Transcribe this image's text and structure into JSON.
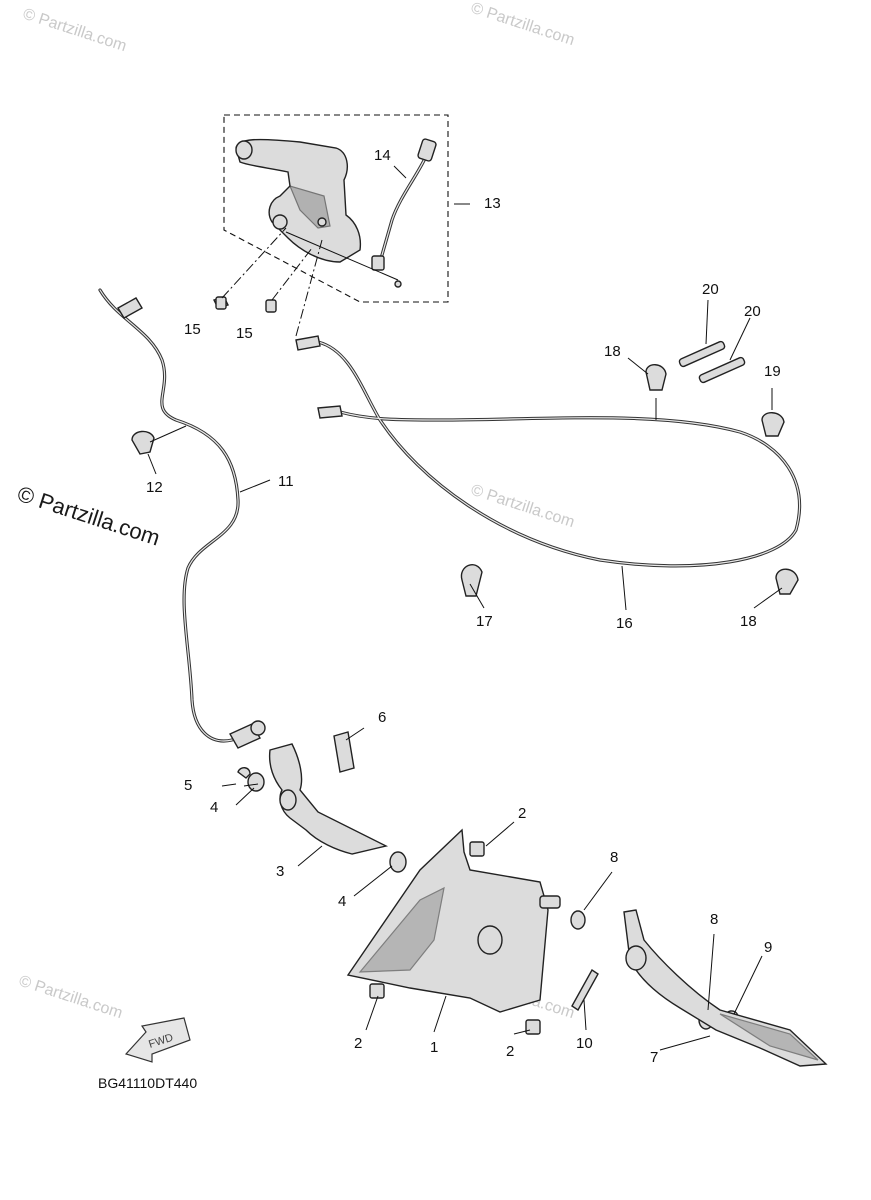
{
  "watermarks": {
    "small": "© Partzilla.com",
    "large": "© Partzilla.com"
  },
  "callouts": {
    "c1": "1",
    "c2a": "2",
    "c2b": "2",
    "c2c": "2",
    "c3": "3",
    "c4a": "4",
    "c4b": "4",
    "c5": "5",
    "c6": "6",
    "c7": "7",
    "c8a": "8",
    "c8b": "8",
    "c9": "9",
    "c10": "10",
    "c11": "11",
    "c12": "12",
    "c13": "13",
    "c14": "14",
    "c15a": "15",
    "c15b": "15",
    "c16": "16",
    "c17": "17",
    "c18a": "18",
    "c18b": "18",
    "c19": "19",
    "c20a": "20",
    "c20b": "20"
  },
  "fwd_label": "FWD",
  "diagram_code": "BG41110DT440",
  "colors": {
    "part_fill": "#dcdcdc",
    "part_dark": "#8f8f8f",
    "line": "#111111",
    "watermark": "#c9c9c9"
  },
  "icons": {
    "fwd_arrow": "fwd-arrow-icon"
  }
}
